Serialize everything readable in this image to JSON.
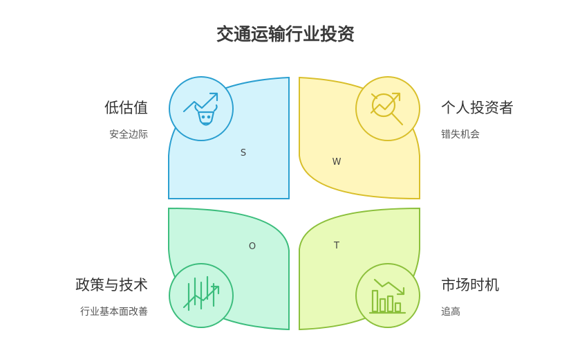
{
  "title": "交通运输行业投资",
  "quadrants": {
    "s": {
      "letter": "S",
      "heading": "低估值",
      "sub": "安全边际",
      "icon": "bull-market-icon",
      "fill": "#d3f3fc",
      "stroke": "#2a9fd0"
    },
    "w": {
      "letter": "W",
      "heading": "个人投资者",
      "sub": "错失机会",
      "icon": "search-chart-icon",
      "fill": "#fff6bc",
      "stroke": "#d9bf2b"
    },
    "o": {
      "letter": "O",
      "heading": "政策与技术",
      "sub": "行业基本面改善",
      "icon": "trend-up-icon",
      "fill": "#c8f7e0",
      "stroke": "#3cbd7d"
    },
    "t": {
      "letter": "T",
      "heading": "市场时机",
      "sub": "追高",
      "icon": "trend-down-bars-icon",
      "fill": "#e8fab8",
      "stroke": "#8cc03c"
    }
  }
}
